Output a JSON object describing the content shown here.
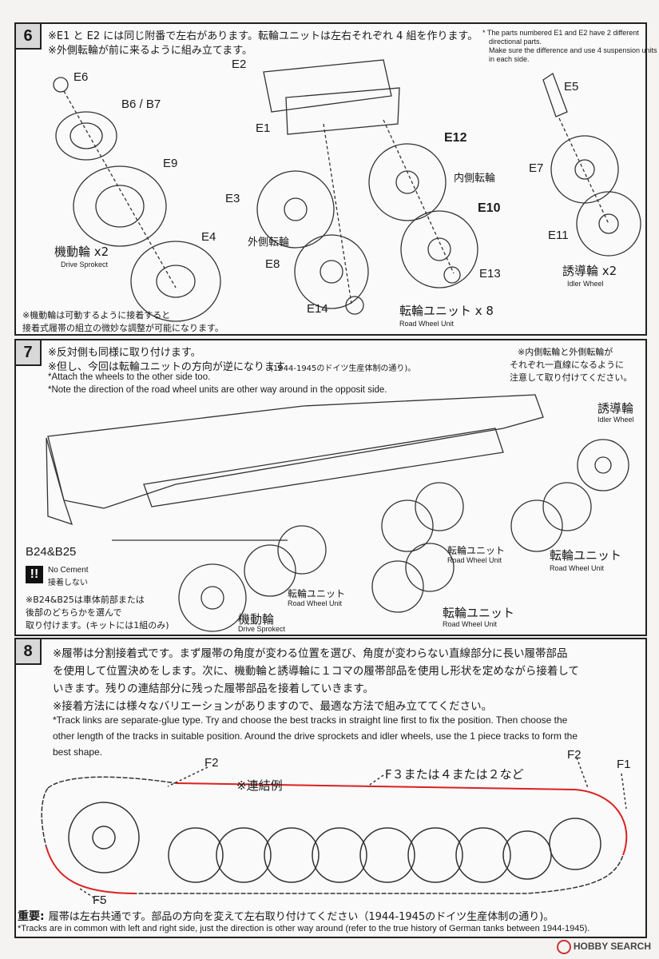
{
  "step6": {
    "number": "6",
    "note_jp_1": "※E1 と E2 には同じ附番で左右があります。転輪ユニットは左右それぞれ 4 組を作ります。",
    "note_jp_2": "※外側転輪が前に来るように組み立てます。",
    "note_en_1": "* The parts numbered E1 and E2 have 2 different",
    "note_en_2": "directional parts.",
    "note_en_3": "Make sure the difference and use 4 suspension units",
    "note_en_4": "in each side.",
    "labels": {
      "e6": "E6",
      "b6b7": "B6 / B7",
      "e9": "E9",
      "e4": "E4",
      "e2": "E2",
      "e1": "E1",
      "e3": "E3",
      "e12": "E12",
      "e10": "E10",
      "e8": "E8",
      "e13": "E13",
      "e14": "E14",
      "e5": "E5",
      "e7": "E7",
      "e11": "E11",
      "inner_wheel": "内側転輪",
      "outer_wheel": "外側転輪"
    },
    "sprocket_jp": "機動輪 x2",
    "sprocket_en": "Drive Sprokect",
    "roadwheel_jp": "転輪ユニット x 8",
    "roadwheel_en": "Road Wheel Unit",
    "idler_jp": "誘導輪 x2",
    "idler_en": "Idler Wheel",
    "foot_jp_1": "※機動輪は可動するように接着すると",
    "foot_jp_2": "接着式履帯の組立の微妙な調整が可能になります。"
  },
  "step7": {
    "number": "7",
    "note_jp_1": "※反対側も同様に取り付けます。",
    "note_jp_2": "※但し、今回は転輪ユニットの方向が逆になります",
    "note_jp_2b": "(1944-1945のドイツ生産体制の通り)。",
    "note_en_1": "*Attach the wheels to the other side too.",
    "note_en_2": "*Note the direction of the road wheel units are other way around in the opposit side.",
    "note_r_1": "※内側転輪と外側転輪が",
    "note_r_2": "それぞれ一直線になるように",
    "note_r_3": "注意して取り付けてください。",
    "idler_jp": "誘導輪",
    "idler_en": "Idler Wheel",
    "b24": "B24&B25",
    "no_cement_en": "No Cement",
    "no_cement_jp": "接着しない",
    "warn": "!!",
    "b24_note_1": "※B24&B25は車体前部または",
    "b24_note_2": "後部のどちらかを選んで",
    "b24_note_3": "取り付けます。(キットには1組のみ)",
    "rw_jp": "転輪ユニット",
    "rw_en": "Road Wheel Unit",
    "sprocket_jp": "機動輪",
    "sprocket_en": "Drive Sprokect"
  },
  "step8": {
    "number": "8",
    "jp_1": "※履帯は分割接着式です。まず履帯の角度が変わる位置を選び、角度が変わらない直線部分に長い履帯部品",
    "jp_2": "を使用して位置決めをします。次に、機動輪と誘導輪に１コマの履帯部品を使用し形状を定めながら接着して",
    "jp_3": "いきます。残りの連結部分に残った履帯部品を接着していきます。",
    "jp_4": "※接着方法には様々なバリエーションがありますので、最適な方法で組み立ててください。",
    "en_1": "*Track links are separate-glue type. Try and choose the best tracks in straight line first to fix the position. Then choose the",
    "en_2": "other length of the tracks in suitable position. Around the drive sprockets and idler wheels, use the 1 piece tracks to form the",
    "en_3": "best shape.",
    "f2a": "F2",
    "f2b": "F2",
    "f1": "F1",
    "f5": "F5",
    "example": "※連結例",
    "f3": "F３または４または２など"
  },
  "footer": {
    "important_label": "重要:",
    "jp": "履帯は左右共通です。部品の方向を変えて左右取り付けてください（1944-1945のドイツ生産体制の通り)。",
    "en": "*Tracks are in common with left and right side, just the direction is other way around (refer to the true history of German tanks between 1944-1945).",
    "logo": "HOBBY SEARCH"
  }
}
